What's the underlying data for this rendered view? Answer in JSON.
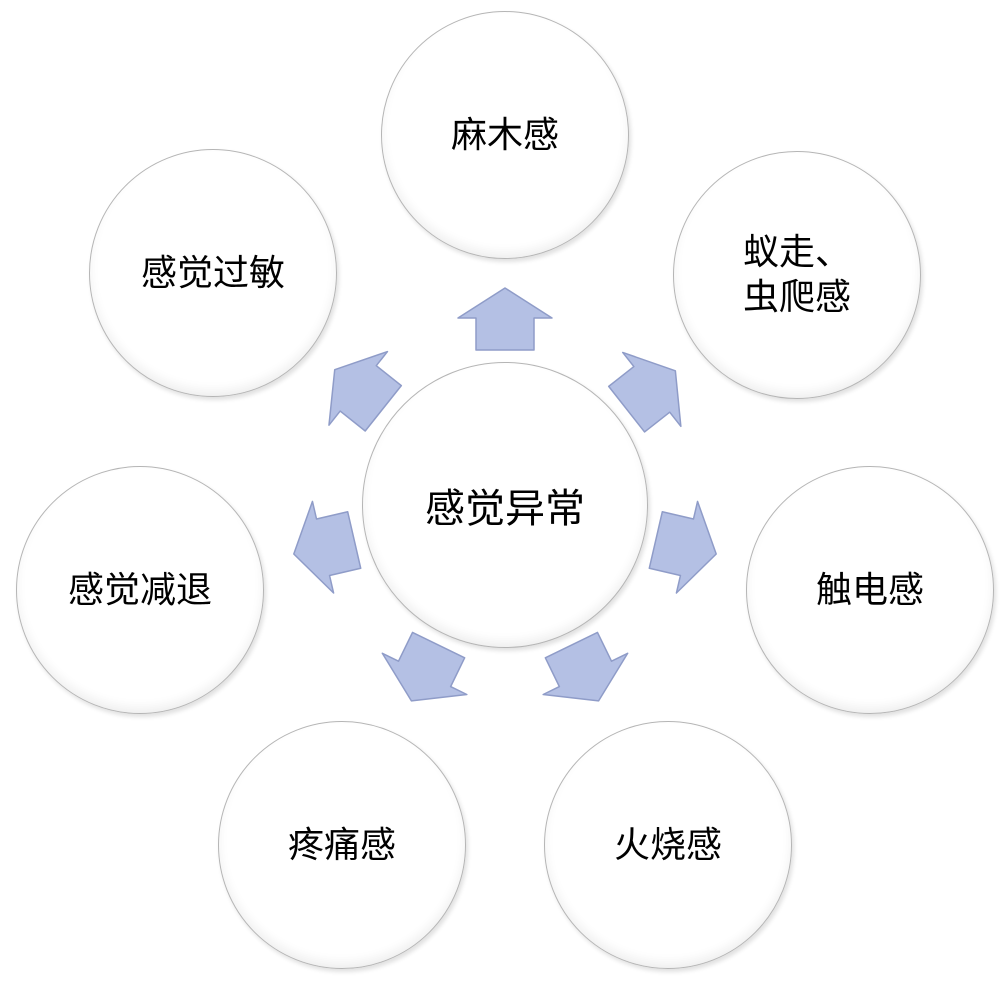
{
  "diagram": {
    "center": {
      "label": "感觉异常"
    },
    "nodes": [
      {
        "label": "麻木感"
      },
      {
        "label": "蚁走、\n虫爬感"
      },
      {
        "label": "触电感"
      },
      {
        "label": "火烧感"
      },
      {
        "label": "疼痛感"
      },
      {
        "label": "感觉减退"
      },
      {
        "label": "感觉过敏"
      }
    ],
    "colors": {
      "arrow_fill": "#b4c0e4",
      "arrow_stroke": "#8f9cc8",
      "circle_border": "#b5b5b5"
    }
  }
}
